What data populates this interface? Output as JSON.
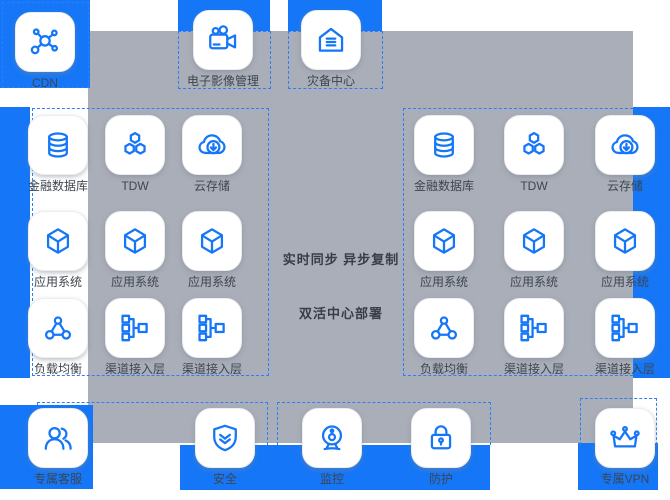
{
  "colors": {
    "primary_blue": "#1577F8",
    "panel_gray": "#A9AEB8",
    "dashed_border": "#2F7DF8",
    "label_text": "#3F454E",
    "tile_background": "#FFFFFF"
  },
  "center_labels": {
    "sync": "实时同步  异步复制",
    "deploy": "双活中心部署"
  },
  "top_nodes": [
    {
      "id": "cdn",
      "label": "CDN",
      "icon": "network-icon"
    },
    {
      "id": "image-management",
      "label": "电子影像管理",
      "icon": "video-camera-icon"
    },
    {
      "id": "disaster-recovery-center",
      "label": "灾备中心",
      "icon": "warehouse-icon"
    }
  ],
  "datacenter_nodes": [
    {
      "id": "financial-database",
      "label": "金融数据库",
      "icon": "database-icon"
    },
    {
      "id": "tdw",
      "label": "TDW",
      "icon": "hexagon-cluster-icon"
    },
    {
      "id": "cloud-storage",
      "label": "云存储",
      "icon": "cloud-download-icon"
    },
    {
      "id": "app-system-1",
      "label": "应用系统",
      "icon": "cube-icon"
    },
    {
      "id": "app-system-2",
      "label": "应用系统",
      "icon": "cube-icon"
    },
    {
      "id": "app-system-3",
      "label": "应用系统",
      "icon": "cube-icon"
    },
    {
      "id": "load-balancer",
      "label": "负载均衡",
      "icon": "load-balancer-icon"
    },
    {
      "id": "channel-access-1",
      "label": "渠道接入层",
      "icon": "flow-tree-icon"
    },
    {
      "id": "channel-access-2",
      "label": "渠道接入层",
      "icon": "flow-tree-icon"
    }
  ],
  "bottom_nodes": [
    {
      "id": "dedicated-support",
      "label": "专属客服",
      "icon": "users-icon"
    },
    {
      "id": "security",
      "label": "安全",
      "icon": "shield-icon"
    },
    {
      "id": "monitoring",
      "label": "监控",
      "icon": "webcam-icon"
    },
    {
      "id": "protection",
      "label": "防护",
      "icon": "lock-icon"
    },
    {
      "id": "dedicated-vpn",
      "label": "专属VPN",
      "icon": "crown-icon"
    }
  ]
}
